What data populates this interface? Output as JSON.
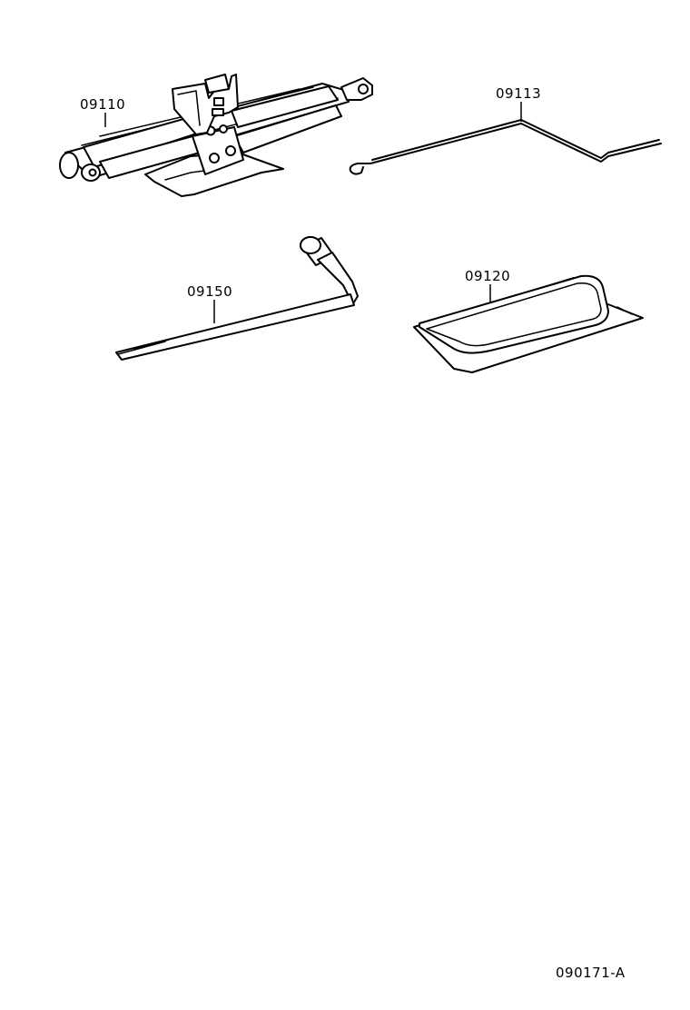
{
  "parts": {
    "jack": {
      "number": "09110",
      "icon": "scissor-jack"
    },
    "jack_handle": {
      "number": "09113",
      "icon": "jack-handle-rod"
    },
    "lug_wrench": {
      "number": "09150",
      "icon": "lug-wrench"
    },
    "tool_bag": {
      "number": "09120",
      "icon": "tool-bag"
    }
  },
  "illustration_code": "090171-A"
}
